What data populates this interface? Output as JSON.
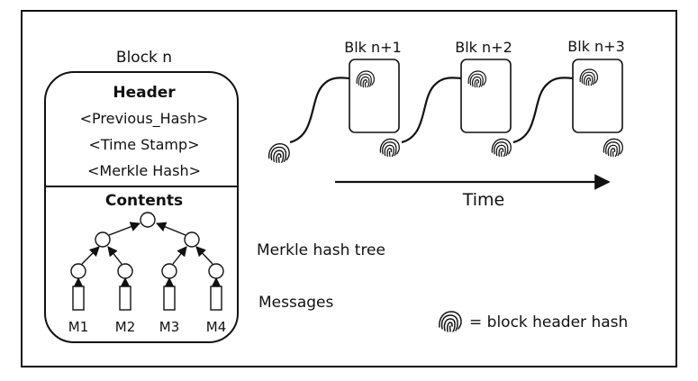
{
  "block": {
    "title": "Block n",
    "header_title": "Header",
    "header_fields": [
      "<Previous_Hash>",
      "<Time Stamp>",
      "<Merkle Hash>"
    ],
    "contents_title": "Contents",
    "messages": [
      "M1",
      "M2",
      "M3",
      "M4"
    ]
  },
  "labels": {
    "merkle_tree": "Merkle hash tree",
    "messages": "Messages",
    "time": "Time",
    "legend": "= block header hash"
  },
  "chain": {
    "blocks": [
      "Blk n+1",
      "Blk n+2",
      "Blk n+3"
    ]
  },
  "icons": {
    "hash": "fingerprint-icon"
  }
}
